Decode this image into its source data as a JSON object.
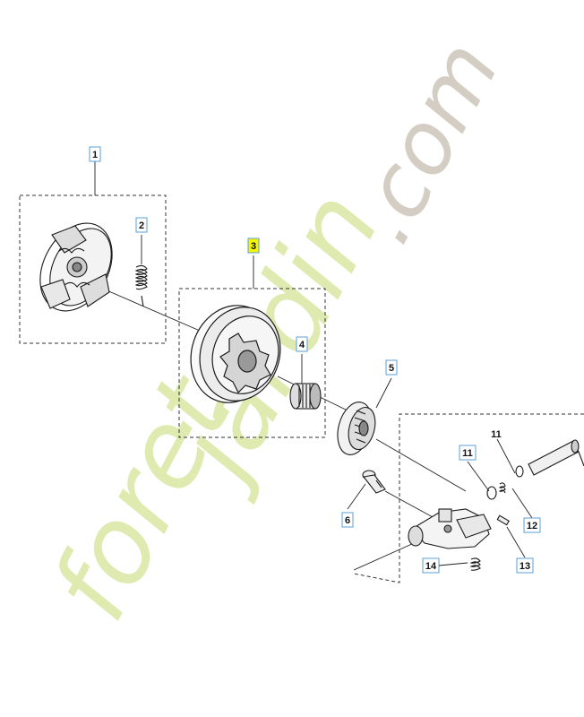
{
  "diagram": {
    "callouts": [
      {
        "id": "1",
        "label": "1",
        "boxed": true,
        "highlight": false
      },
      {
        "id": "2",
        "label": "2",
        "boxed": true,
        "highlight": false
      },
      {
        "id": "3",
        "label": "3",
        "boxed": true,
        "highlight": true
      },
      {
        "id": "4",
        "label": "4",
        "boxed": true,
        "highlight": false
      },
      {
        "id": "5",
        "label": "5",
        "boxed": true,
        "highlight": false
      },
      {
        "id": "6",
        "label": "6",
        "boxed": true,
        "highlight": false
      },
      {
        "id": "11a",
        "label": "11",
        "boxed": true,
        "highlight": false
      },
      {
        "id": "11b",
        "label": "11",
        "boxed": false,
        "highlight": false
      },
      {
        "id": "12",
        "label": "12",
        "boxed": true,
        "highlight": false
      },
      {
        "id": "13",
        "label": "13",
        "boxed": true,
        "highlight": false
      },
      {
        "id": "14",
        "label": "14",
        "boxed": true,
        "highlight": false
      }
    ],
    "parts": [
      {
        "id": "clutch-shoe-assembly",
        "icon": "clutch-icon"
      },
      {
        "id": "clutch-spring",
        "icon": "spring-icon"
      },
      {
        "id": "clutch-drum",
        "icon": "drum-icon"
      },
      {
        "id": "needle-bearing",
        "icon": "bearing-icon"
      },
      {
        "id": "drive-worm-gear",
        "icon": "gear-icon"
      },
      {
        "id": "oil-pump-bolt",
        "icon": "bolt-icon"
      },
      {
        "id": "oil-pump-body",
        "icon": "pump-icon"
      },
      {
        "id": "oil-hose",
        "icon": "hose-icon"
      }
    ],
    "colors": {
      "line": "#1a1a1a",
      "callout_border": "#5aa0d8",
      "highlight": "#f5f500",
      "watermark_green": "#dce8a8",
      "watermark_orange": "#f7d9b0",
      "watermark_gray": "#cfc8bd"
    }
  },
  "watermark": {
    "part1": "foret",
    "part2": "jardin",
    "part3": ".com"
  }
}
